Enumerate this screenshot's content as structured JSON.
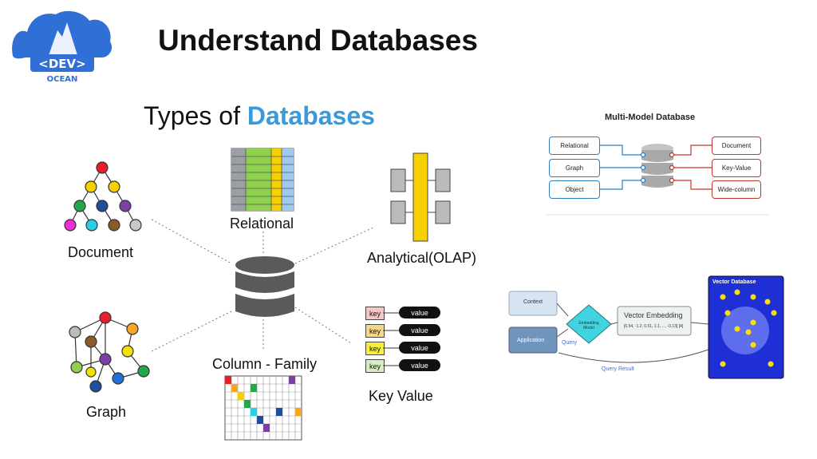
{
  "header": {
    "title": "Understand Databases",
    "logo_text": "<DEV>",
    "logo_subtext": "OCEAN"
  },
  "types": {
    "title_prefix": "Types of",
    "title_accent": "Databases"
  },
  "labels": {
    "relational": "Relational",
    "document": "Document",
    "analytical": "Analytical(OLAP)",
    "graph": "Graph",
    "column_family": "Column - Family",
    "key_value": "Key Value"
  },
  "key_value": {
    "key_label": "key",
    "value_label": "value",
    "key_colors": [
      "#f4c6c6",
      "#f7d88a",
      "#f7ef3a",
      "#d8ecc2"
    ]
  },
  "multi_model": {
    "title": "Multi-Model Database",
    "left": [
      "Relational",
      "Graph",
      "Object"
    ],
    "right": [
      "Document",
      "Key-Value",
      "Wide-column"
    ]
  },
  "vector": {
    "context": "Context",
    "application": "Application",
    "embedding_model": "Embedding Model",
    "vector_embedding": "Vector Embedding",
    "vector_values": "[0.54, -1.2, 0.51, 1.1, ..., -0.13] [4]",
    "query": "Query",
    "query_result": "Query Result",
    "vector_database": "Vector Database"
  },
  "colors": {
    "accent": "#3a9ad9",
    "logo_blue": "#2f6fd6",
    "db_gray": "#5a5a5a",
    "vector_db": "#1f2fd6"
  }
}
